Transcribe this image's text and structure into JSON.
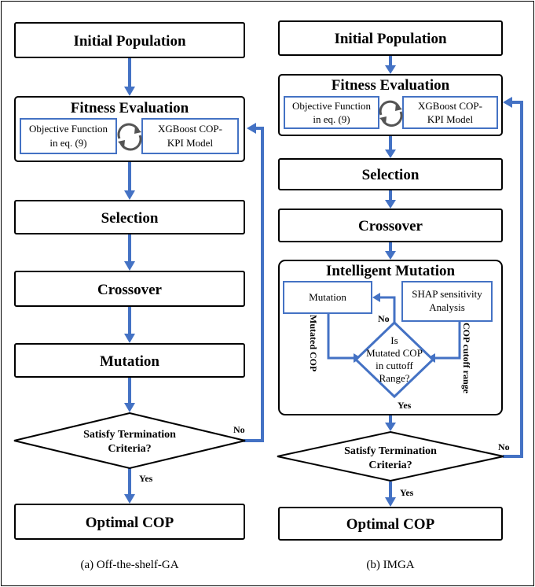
{
  "left": {
    "initial_population": "Initial Population",
    "fitness_evaluation": "Fitness Evaluation",
    "objective_line1": "Objective Function",
    "objective_line2": "in eq. (9)",
    "xgboost_line1": "XGBoost COP-",
    "xgboost_line2": "KPI Model",
    "selection": "Selection",
    "crossover": "Crossover",
    "mutation": "Mutation",
    "termination_line1": "Satisfy Termination",
    "termination_line2": "Criteria?",
    "no_label": "No",
    "yes_label": "Yes",
    "optimal": "Optimal COP",
    "caption": "(a)  Off-the-shelf-GA"
  },
  "right": {
    "initial_population": "Initial Population",
    "fitness_evaluation": "Fitness Evaluation",
    "objective_line1": "Objective Function",
    "objective_line2": "in eq. (9)",
    "xgboost_line1": "XGBoost COP-",
    "xgboost_line2": "KPI Model",
    "selection": "Selection",
    "crossover": "Crossover",
    "intelligent_mutation": "Intelligent Mutation",
    "mutation": "Mutation",
    "shap_line1": "SHAP sensitivity",
    "shap_line2": "Analysis",
    "decision_line1": "Is",
    "decision_line2": "Mutated COP",
    "decision_line3": "in cuttoff",
    "decision_line4": "Range?",
    "decision_no": "No",
    "decision_yes": "Yes",
    "mutated_cop": "Mutated COP",
    "cop_cutoff_range": "COP cutoff range",
    "termination_line1": "Satisfy Termination",
    "termination_line2": "Criteria?",
    "no_label": "No",
    "yes_label": "Yes",
    "optimal": "Optimal COP",
    "caption": "(b)  IMGA"
  },
  "colors": {
    "flow_arrow": "#4472c4",
    "box_border": "#000000",
    "sub_box_border": "#4472c4"
  },
  "icons": {
    "cycle": "refresh-cycle-icon"
  }
}
